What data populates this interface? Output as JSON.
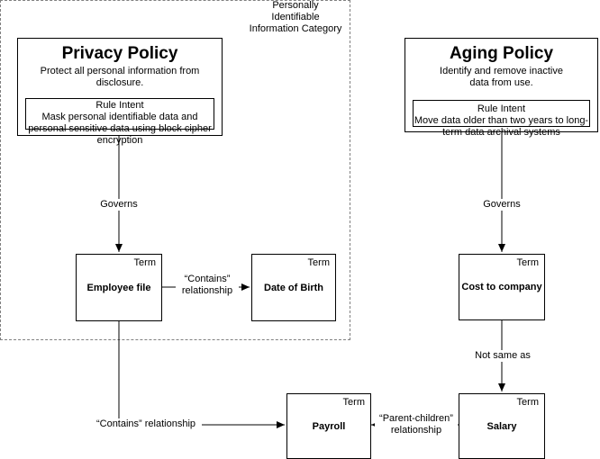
{
  "region": {
    "label": [
      "Personally",
      "Identifiable",
      "Information Category"
    ]
  },
  "privacy_policy": {
    "title": "Privacy Policy",
    "description": [
      "Protect all personal information from",
      "disclosure."
    ],
    "intent_title": "Rule Intent",
    "intent_text": [
      "Mask  personal identifiable data and",
      "personal sensitive data using block cipher",
      "encryption"
    ]
  },
  "aging_policy": {
    "title": "Aging Policy",
    "description": [
      "Identify and remove inactive",
      "data  from use."
    ],
    "intent_title": "Rule Intent",
    "intent_text": [
      "Move data older than two years to long-",
      "term data archival systems"
    ]
  },
  "terms": {
    "tag": "Term",
    "employee_file": "Employee file",
    "date_of_birth": "Date of Birth",
    "cost_to_company": "Cost to company",
    "payroll": "Payroll",
    "salary": "Salary"
  },
  "connectors": {
    "governs_left": "Governs",
    "governs_right": "Governs",
    "contains_ef_dob": [
      "“Contains”",
      "relationship"
    ],
    "not_same_as": "Not same as",
    "contains_ef_payroll": "“Contains” relationship",
    "parent_children": [
      "“Parent-children”",
      "relationship"
    ]
  }
}
